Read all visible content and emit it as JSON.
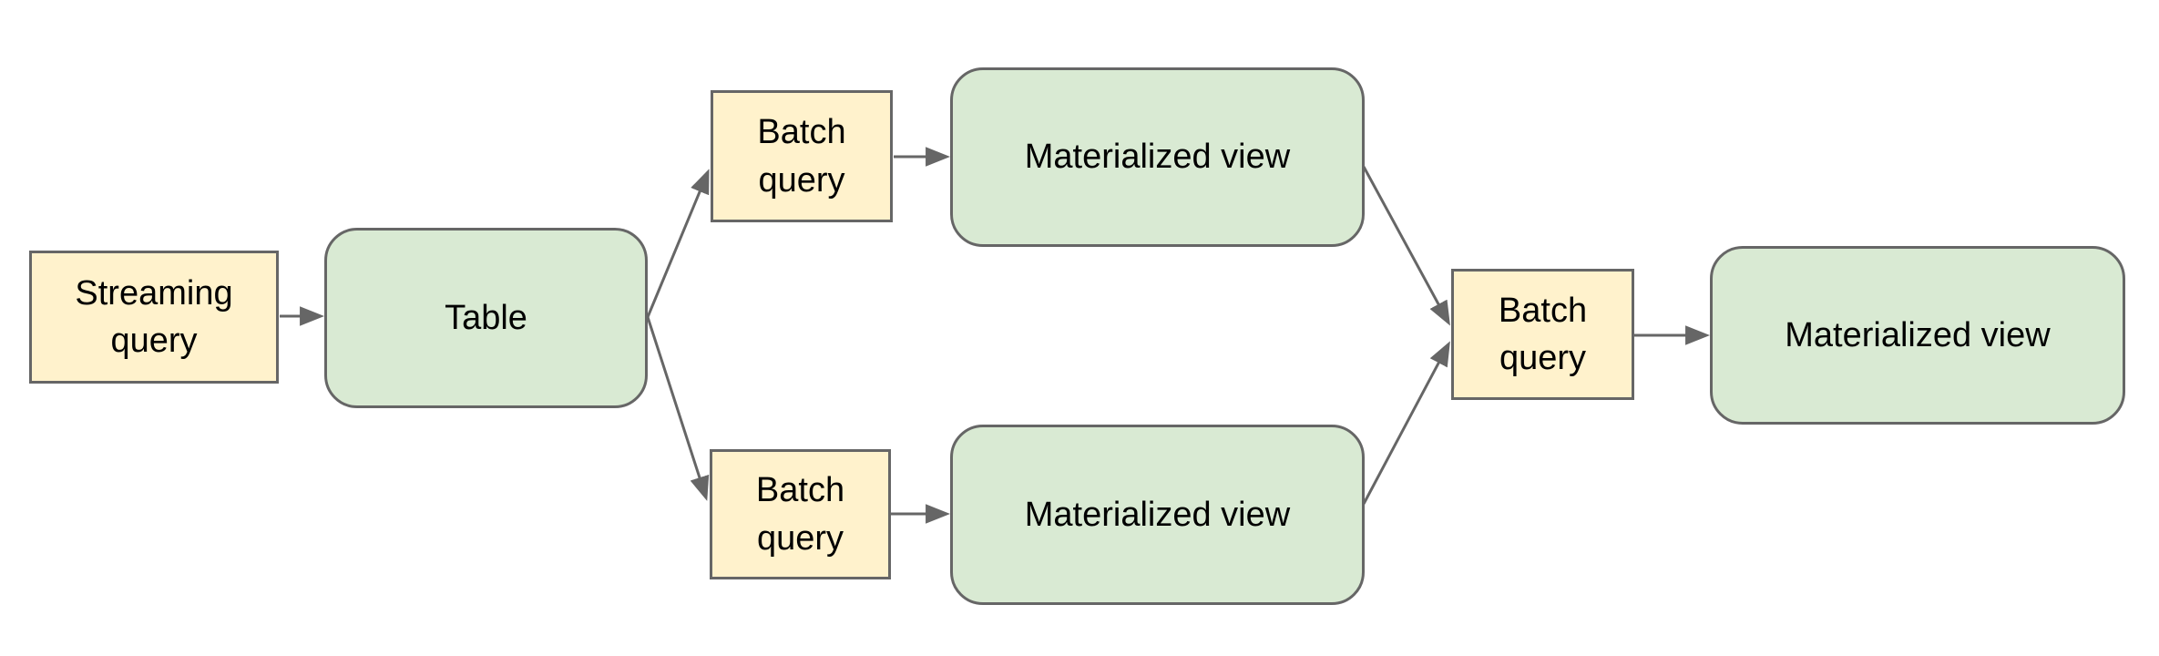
{
  "colors": {
    "canvas-bg": "#ffffff",
    "query-fill": "#fff2cc",
    "view-fill": "#d9ead3",
    "node-border": "#666666",
    "arrow": "#666666",
    "label-text": "#000000"
  },
  "nodes": {
    "streaming_query": {
      "label": "Streaming query",
      "type": "query"
    },
    "table": {
      "label": "Table",
      "type": "table"
    },
    "batch_query_top": {
      "label": "Batch query",
      "type": "query"
    },
    "materialized_view_top": {
      "label": "Materialized view",
      "type": "view"
    },
    "batch_query_bottom": {
      "label": "Batch query",
      "type": "query"
    },
    "materialized_view_bottom": {
      "label": "Materialized view",
      "type": "view"
    },
    "batch_query_merge": {
      "label": "Batch query",
      "type": "query"
    },
    "materialized_view_final": {
      "label": "Materialized view",
      "type": "view"
    }
  },
  "edges": [
    {
      "from": "streaming_query",
      "to": "table"
    },
    {
      "from": "table",
      "to": "batch_query_top"
    },
    {
      "from": "table",
      "to": "batch_query_bottom"
    },
    {
      "from": "batch_query_top",
      "to": "materialized_view_top"
    },
    {
      "from": "batch_query_bottom",
      "to": "materialized_view_bottom"
    },
    {
      "from": "materialized_view_top",
      "to": "batch_query_merge"
    },
    {
      "from": "materialized_view_bottom",
      "to": "batch_query_merge"
    },
    {
      "from": "batch_query_merge",
      "to": "materialized_view_final"
    }
  ]
}
